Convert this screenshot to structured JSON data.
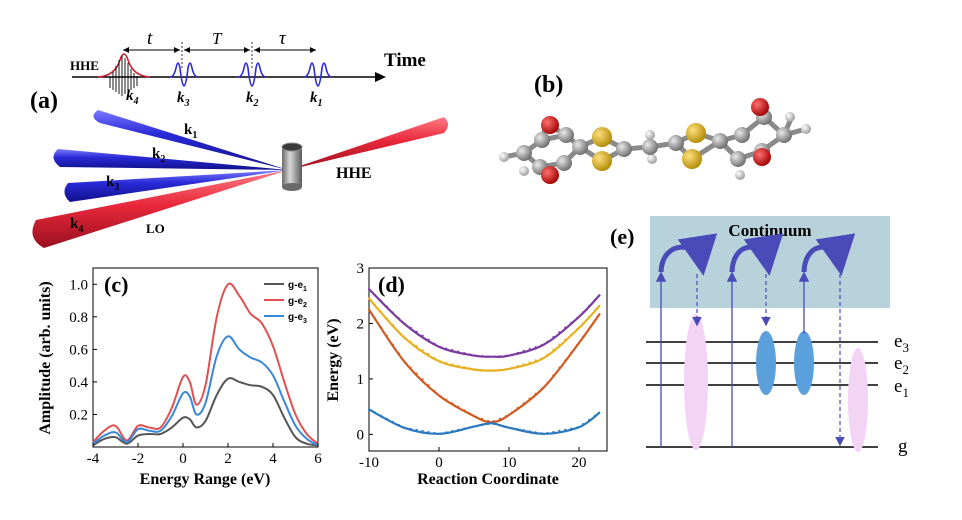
{
  "panel_a": {
    "label": "(a)",
    "timeline": {
      "hhe_label": "HHE",
      "time_label": "Time",
      "interval_t": "t",
      "interval_T": "T",
      "interval_tau": "τ",
      "k4": "k",
      "k4_sub": "4",
      "k3": "k",
      "k3_sub": "3",
      "k2": "k",
      "k2_sub": "2",
      "k1": "k",
      "k1_sub": "1"
    },
    "beams": {
      "k1": "k",
      "k1_sub": "1",
      "k2": "k",
      "k2_sub": "2",
      "k3": "k",
      "k3_sub": "3",
      "k4": "k",
      "k4_sub": "4",
      "lo": "LO",
      "hhe": "HHE"
    },
    "colors": {
      "blue_beam": "#2a2ad8",
      "red_beam": "#e8283a"
    }
  },
  "panel_b": {
    "label": "(b)"
  },
  "panel_c": {
    "label": "(c)",
    "chart_data": {
      "type": "line",
      "xlabel": "Energy Range (eV)",
      "ylabel": "Amplitude (arb. units)",
      "xlim": [
        -4,
        6
      ],
      "ylim": [
        0,
        1.1
      ],
      "xticks": [
        "-4",
        "-2",
        "0",
        "2",
        "4",
        "6"
      ],
      "yticks": [
        "0.2",
        "0.4",
        "0.6",
        "0.8",
        "1.0"
      ],
      "series": [
        {
          "name": "g-e1",
          "label_main": "g-e",
          "label_sub": "1",
          "color": "#555555",
          "x": [
            -4,
            -3.5,
            -3,
            -2.5,
            -2,
            -1.5,
            -1,
            -0.5,
            0,
            0.3,
            0.6,
            1,
            1.5,
            2,
            2.5,
            3,
            3.5,
            4,
            4.5,
            5,
            5.5,
            6
          ],
          "y": [
            0.01,
            0.05,
            0.06,
            0.02,
            0.07,
            0.08,
            0.08,
            0.12,
            0.18,
            0.17,
            0.12,
            0.16,
            0.32,
            0.42,
            0.4,
            0.38,
            0.37,
            0.32,
            0.18,
            0.06,
            0.02,
            0.01
          ]
        },
        {
          "name": "g-e2",
          "label_main": "g-e",
          "label_sub": "2",
          "color": "#e05050",
          "x": [
            -4,
            -3.5,
            -3,
            -2.5,
            -2,
            -1.5,
            -1,
            -0.5,
            0,
            0.3,
            0.6,
            1,
            1.5,
            2,
            2.5,
            3,
            3.5,
            4,
            4.5,
            5,
            5.5,
            6
          ],
          "y": [
            0.03,
            0.1,
            0.13,
            0.04,
            0.13,
            0.12,
            0.12,
            0.24,
            0.43,
            0.4,
            0.26,
            0.38,
            0.8,
            1.0,
            0.93,
            0.82,
            0.76,
            0.62,
            0.4,
            0.2,
            0.08,
            0.02
          ]
        },
        {
          "name": "g-e3",
          "label_main": "g-e",
          "label_sub": "3",
          "color": "#3a86d8",
          "x": [
            -4,
            -3.5,
            -3,
            -2.5,
            -2,
            -1.5,
            -1,
            -0.5,
            0,
            0.3,
            0.6,
            1,
            1.5,
            2,
            2.5,
            3,
            3.5,
            4,
            4.5,
            5,
            5.5,
            6
          ],
          "y": [
            0.02,
            0.07,
            0.09,
            0.03,
            0.11,
            0.1,
            0.1,
            0.19,
            0.33,
            0.31,
            0.2,
            0.27,
            0.56,
            0.68,
            0.6,
            0.55,
            0.52,
            0.44,
            0.28,
            0.13,
            0.05,
            0.01
          ]
        }
      ]
    }
  },
  "panel_d": {
    "label": "(d)",
    "chart_data": {
      "type": "line",
      "xlabel": "Reaction Coordinate",
      "ylabel": "Energy (eV)",
      "xlim": [
        -10,
        24
      ],
      "ylim": [
        -0.3,
        3.0
      ],
      "xticks": [
        "-10",
        "0",
        "10",
        "20"
      ],
      "yticks": [
        "0",
        "1",
        "2",
        "3"
      ],
      "series": [
        {
          "name": "purple",
          "color": "#7a3aa0",
          "x": [
            -10,
            -5,
            0,
            5,
            7.5,
            10,
            15,
            20,
            23
          ],
          "y": [
            2.62,
            2.0,
            1.58,
            1.42,
            1.4,
            1.42,
            1.62,
            2.12,
            2.52
          ]
        },
        {
          "name": "yellow",
          "color": "#e8b020",
          "x": [
            -10,
            -5,
            0,
            5,
            7.5,
            10,
            15,
            20,
            23
          ],
          "y": [
            2.45,
            1.75,
            1.32,
            1.17,
            1.15,
            1.18,
            1.38,
            1.92,
            2.33
          ]
        },
        {
          "name": "orange",
          "color": "#d05a20",
          "x": [
            -10,
            -5,
            0,
            5,
            7.5,
            10,
            15,
            20,
            23
          ],
          "y": [
            2.25,
            1.32,
            0.7,
            0.33,
            0.22,
            0.35,
            0.85,
            1.65,
            2.18
          ]
        },
        {
          "name": "blue",
          "color": "#2a78c0",
          "x": [
            -10,
            -5,
            0,
            5,
            7.5,
            10,
            15,
            20,
            23
          ],
          "y": [
            0.45,
            0.12,
            0.01,
            0.14,
            0.2,
            0.12,
            0.01,
            0.13,
            0.4
          ]
        }
      ]
    }
  },
  "panel_e": {
    "label": "(e)",
    "continuum": "Continuum",
    "levels": [
      {
        "name": "e",
        "sub": "3"
      },
      {
        "name": "e",
        "sub": "2"
      },
      {
        "name": "e",
        "sub": "1"
      },
      {
        "name": "g",
        "sub": ""
      }
    ],
    "colors": {
      "continuum_bg": "#b8d2dc",
      "arrow": "#4a4ab8",
      "pink": "#f4d4f4",
      "blue_oval": "#5aa0dc"
    }
  }
}
